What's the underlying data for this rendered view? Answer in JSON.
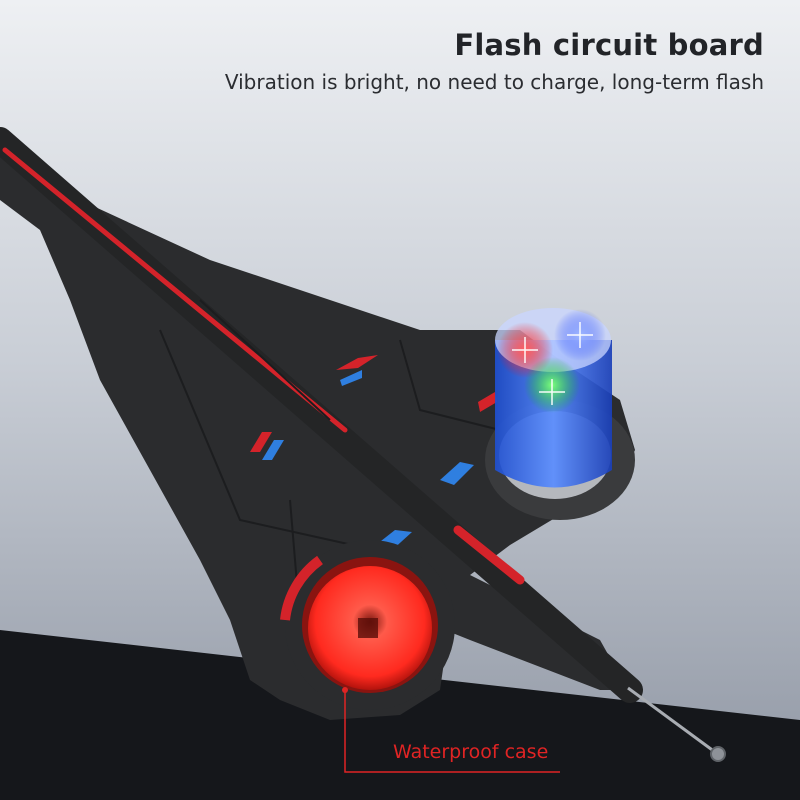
{
  "header": {
    "title": "Flash circuit board",
    "subtitle": "Vibration is bright, no need to charge, long-term flash"
  },
  "callout": {
    "label": "Waterproof case"
  },
  "colors": {
    "body": "#2b2c2e",
    "stripe": "#d4232a",
    "accent_blue": "#2f7fe0",
    "led_red": "#ff3b30"
  },
  "icons": [
    "rgb-flash-led",
    "red-waterproof-led",
    "antenna-wire"
  ]
}
